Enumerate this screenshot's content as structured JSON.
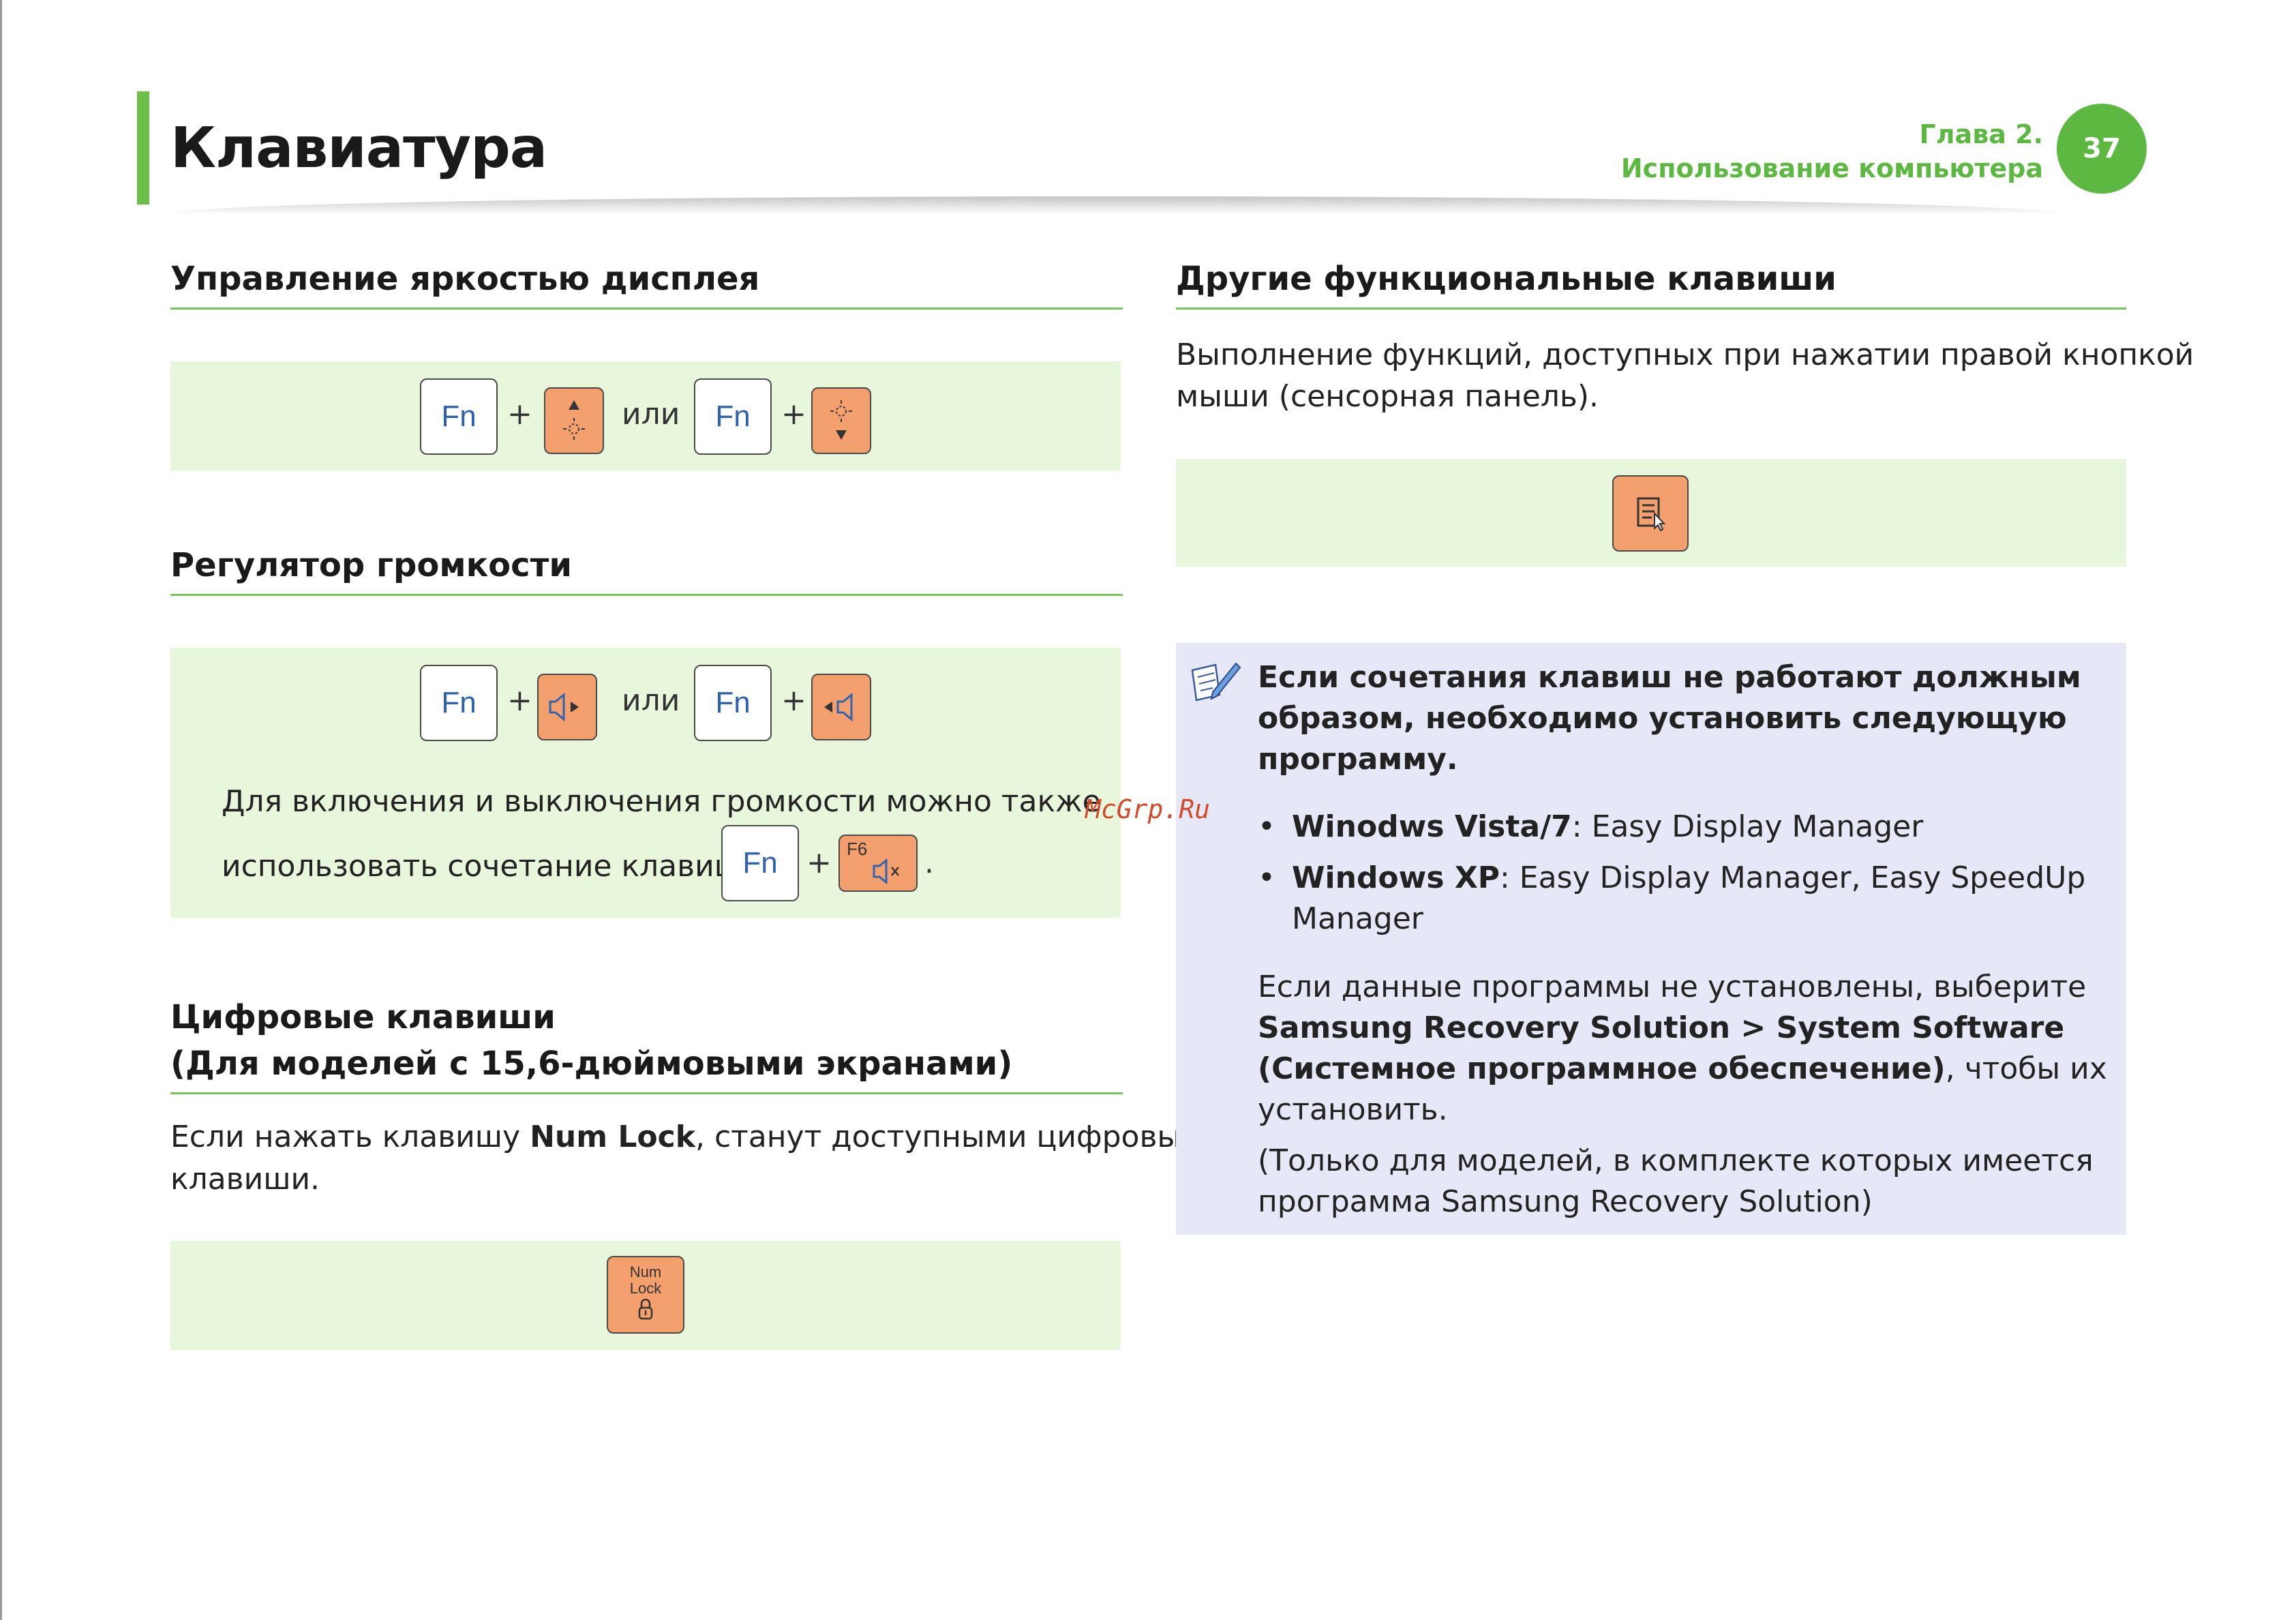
{
  "header": {
    "title": "Клавиатура",
    "chapter_line1": "Глава 2.",
    "chapter_line2": "Использование компьютера",
    "page_number": "37"
  },
  "brightness": {
    "heading": "Управление яркостью дисплея",
    "fn_label": "Fn",
    "plus": "+",
    "or": "или"
  },
  "volume": {
    "heading": "Регулятор громкости",
    "fn_label": "Fn",
    "plus": "+",
    "or": "или",
    "mute_text_line1": "Для включения и выключения громкости можно также",
    "mute_text_line2": "использовать сочетание клавиш",
    "mute_key_label": "F6",
    "period": "."
  },
  "numeric": {
    "heading_line1": "Цифровые клавиши",
    "heading_line2": "(Для моделей с 15,6-дюймовыми экранами)",
    "text_before": "Если нажать клавишу ",
    "text_bold": "Num Lock",
    "text_after": ", станут доступными цифровые",
    "text_line2": "клавиши.",
    "key_label_1": "Num",
    "key_label_2": "Lock"
  },
  "other": {
    "heading": "Другие функциональные клавиши",
    "text_line1": "Выполнение функций, доступных при нажатии правой кнопкой",
    "text_line2": "мыши (сенсорная панель)."
  },
  "note": {
    "title_line1": "Если сочетания клавиш не работают должным",
    "title_line2": "образом, необходимо установить следующую",
    "title_line3": "программу.",
    "bullets": [
      {
        "bold": "Winodws Vista/7",
        "text": ": Easy Display Manager"
      },
      {
        "bold": "Windows XP",
        "text": ": Easy Display Manager, Easy SpeedUp",
        "text2": "Manager"
      }
    ],
    "para1_line1": "Если данные программы не установлены, выберите",
    "para1_bold_line2": "Samsung Recovery Solution > System Software",
    "para1_bold_line3": "(Системное программное обеспечение)",
    "para1_line3_after": ", чтобы их",
    "para1_line4": "установить.",
    "para2_line1": "(Только для моделей, в комплекте которых имеется",
    "para2_line2": "программа Samsung Recovery Solution)"
  },
  "watermark": "McGrp.Ru",
  "colors": {
    "accent_green": "#5cb840",
    "panel_green": "#e8f6dc",
    "note_blue": "#e6e8f7",
    "key_orange": "#f4a06e",
    "fn_blue": "#2f63b0"
  }
}
